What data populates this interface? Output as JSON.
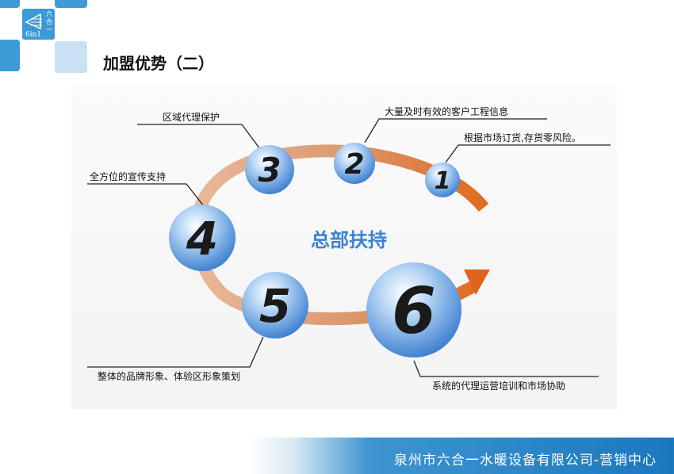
{
  "logo": {
    "brand_cn": "六合一",
    "brand_en": "6in1"
  },
  "title": "加盟优势（二）",
  "diagram": {
    "center_label": "总部扶持",
    "steps": [
      {
        "number": "1",
        "label": "根据市场订货,存货零风险。"
      },
      {
        "number": "2",
        "label": "大量及时有效的客户工程信息"
      },
      {
        "number": "3",
        "label": "区域代理保护"
      },
      {
        "number": "4",
        "label": "全方位的宣传支持"
      },
      {
        "number": "5",
        "label": "整体的品牌形象、体验区形象策划"
      },
      {
        "number": "6",
        "label": "系统的代理运营培训和市场协助"
      }
    ]
  },
  "footer": {
    "company": "泉州市六合一水暖设备有限公司-营销中心"
  },
  "colors": {
    "accent_blue": "#3c9ad6",
    "ring_orange": "#e07a3a"
  }
}
